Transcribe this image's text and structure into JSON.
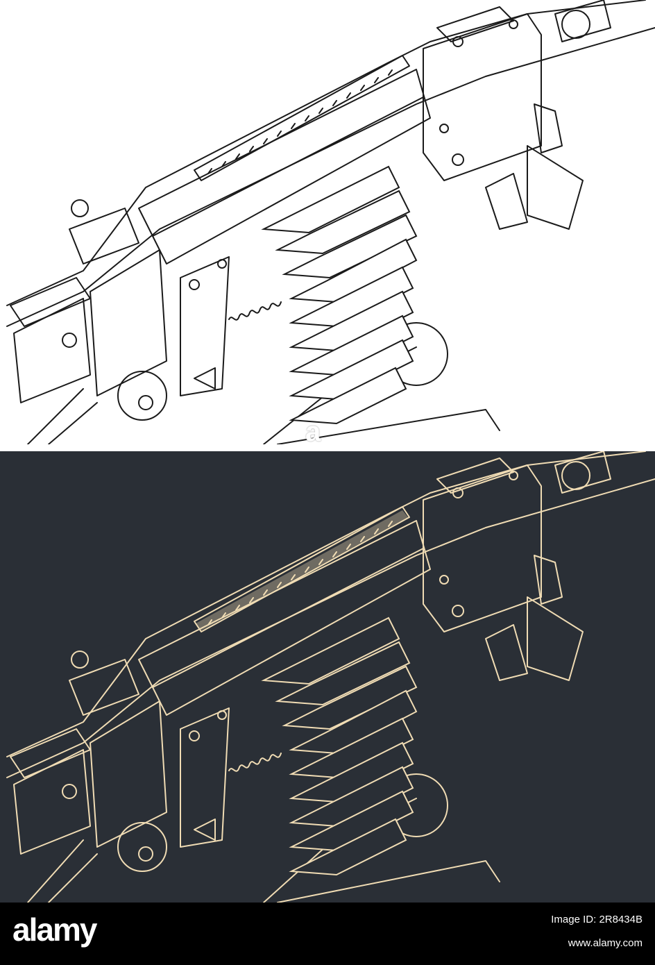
{
  "images": [
    {
      "name": "line-drawing-white",
      "background": "#ffffff",
      "stroke": "#1a1a1a"
    },
    {
      "name": "line-drawing-dark",
      "background": "#2a2f36",
      "stroke": "#f0dcb4"
    }
  ],
  "watermark": {
    "text": "a"
  },
  "footer": {
    "logo_text": "alamy",
    "image_id": "Image ID: 2R8434B",
    "url": "www.alamy.com"
  },
  "colors": {
    "footer_bg": "#000000",
    "footer_text": "#ffffff"
  }
}
